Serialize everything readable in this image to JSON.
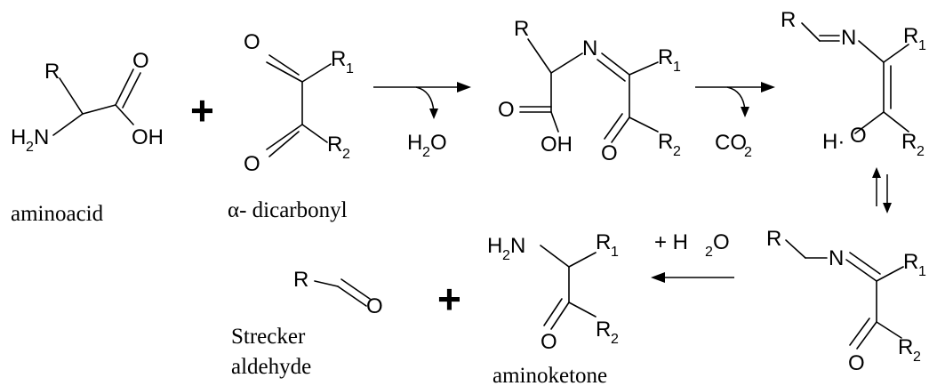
{
  "captions": {
    "aminoacid": "aminoacid",
    "dicarbonyl": "α- dicarbonyl",
    "strecker_line1": "Strecker",
    "strecker_line2": "aldehyde",
    "aminoketone": "aminoketone"
  },
  "symbols": {
    "plus": "+",
    "R": "R",
    "O": "O",
    "N": "N",
    "H": "H",
    "H_dot": "H·",
    "OH": "OH",
    "H2N_H": "H",
    "H2N_N": "N",
    "sub_1": "1",
    "sub_2": "2",
    "R1_main": "R",
    "R2_main": "R",
    "C": "C"
  },
  "reagents": {
    "water": {
      "main": "H",
      "sub": "2",
      "tail": "O"
    },
    "co2": {
      "main": "CO",
      "sub": "2"
    },
    "plus_water_prefix": "+ H",
    "plus_water_sub": "2",
    "plus_water_tail": "O"
  }
}
